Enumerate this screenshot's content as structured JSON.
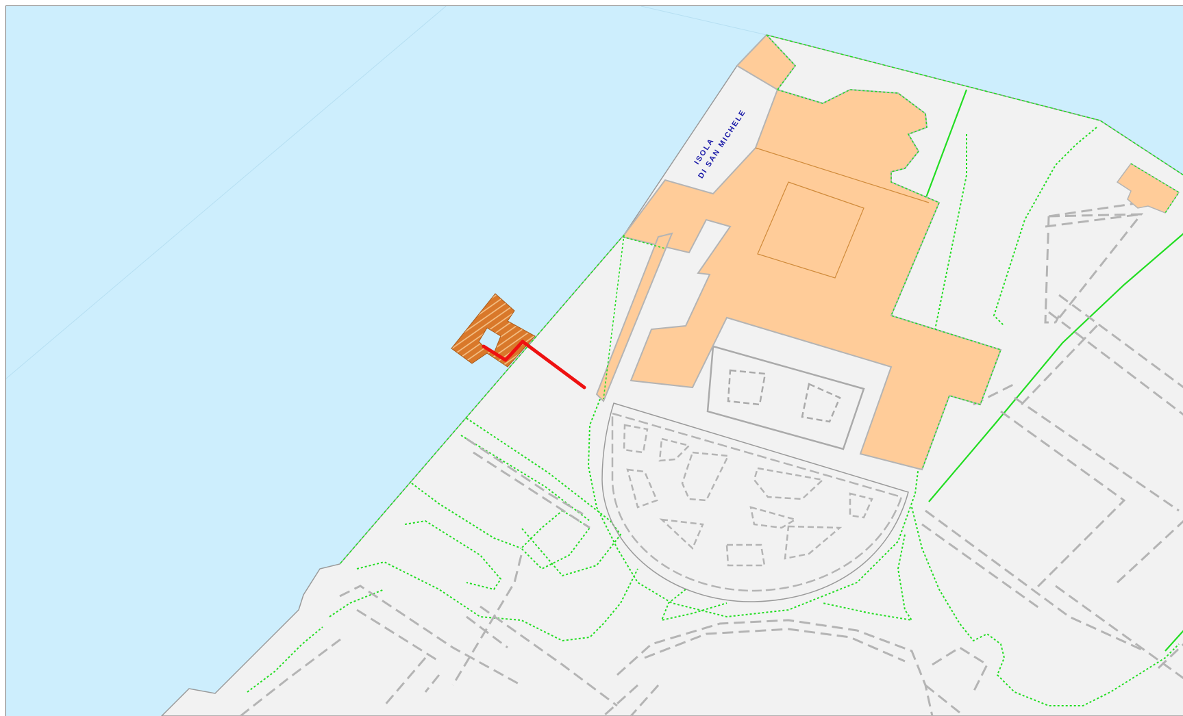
{
  "map": {
    "place_label": {
      "line1": "ISOLA",
      "line2": "DI SAN MICHELE"
    },
    "colors": {
      "water": "#cdeefd",
      "land": "#f2f2f2",
      "building": "#ffcc99",
      "building_outline": "#d08a3a",
      "boundary": "#22dd22",
      "path": "#b4b4b4",
      "pier": "#d9782a",
      "pier_hatch": "#f5c38a",
      "route": "#ee1111",
      "label": "#1a1aa8",
      "frame": "#6e6e6e"
    },
    "layers": [
      "water",
      "island-land",
      "cemetery-enclosures",
      "church-and-cloister",
      "pier",
      "route"
    ]
  }
}
